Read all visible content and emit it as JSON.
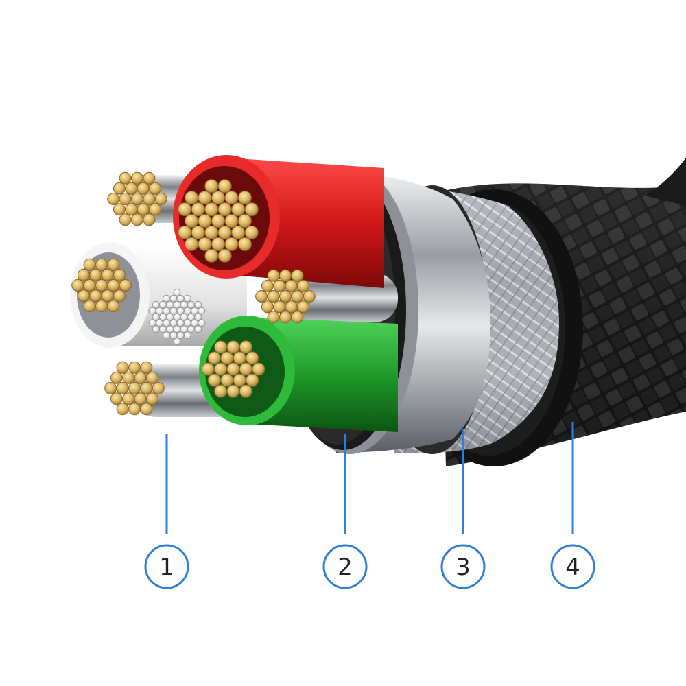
{
  "colors": {
    "callout_blue": "#2f7fd6",
    "copper": "#d9b260",
    "red_insulation": "#d01818",
    "green_insulation": "#1f9a2a",
    "white_insulation": "#eeeeee",
    "braid": "#1c1c1c",
    "foil": "#b8bcc2"
  },
  "callouts": [
    {
      "id": "1",
      "label": "1"
    },
    {
      "id": "2",
      "label": "2"
    },
    {
      "id": "3",
      "label": "3"
    },
    {
      "id": "4",
      "label": "4"
    }
  ]
}
